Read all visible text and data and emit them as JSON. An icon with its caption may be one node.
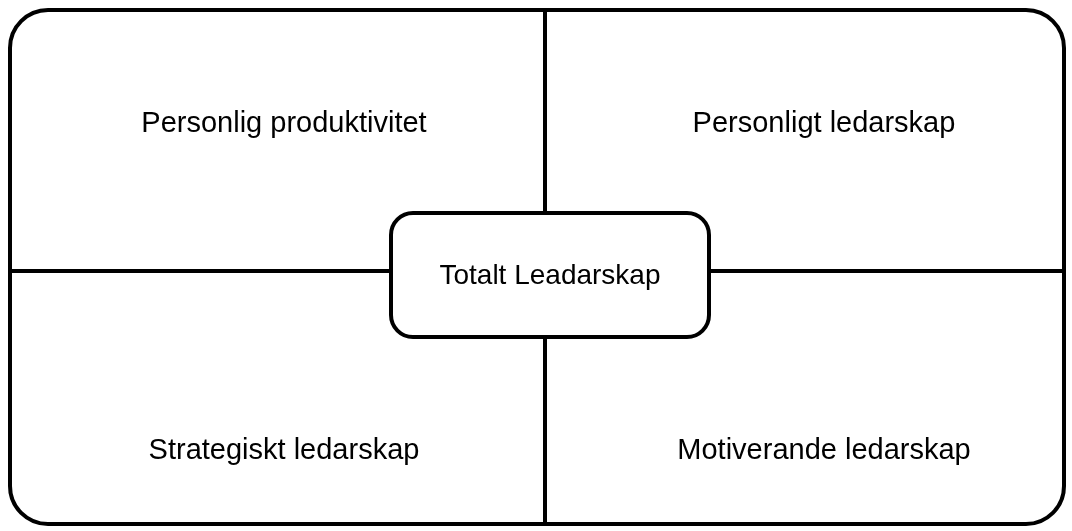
{
  "diagram": {
    "nodes": [
      {
        "text": [],
        "shape": "box"
      },
      {
        "text": [
          "Personlig produktivitet"
        ],
        "in": 0
      },
      {
        "text": [
          "Personligt ledarskap"
        ],
        "in": 0
      },
      {
        "text": [
          "Strategiskt ledarskap"
        ],
        "in": 0
      },
      {
        "text": [
          "Motiverande ledarskap"
        ],
        "in": 0
      },
      {
        "text": [
          "Totalt Leadarskap"
        ],
        "in": 0
      }
    ]
  }
}
